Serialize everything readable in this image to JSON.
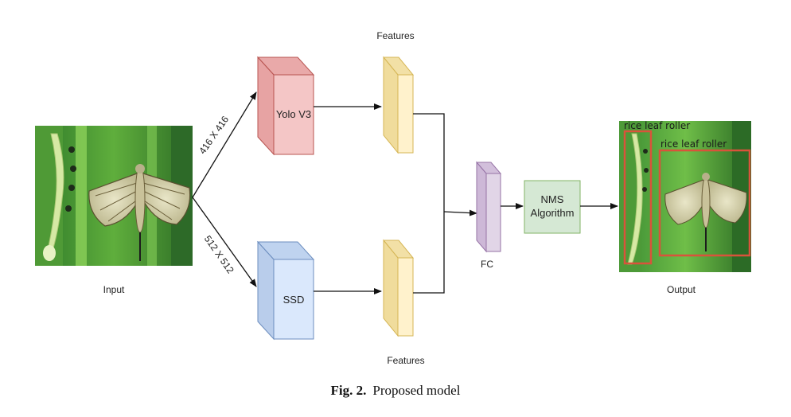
{
  "diagram": {
    "input_label": "Input",
    "output_label": "Output",
    "branch_top_size": "416 X 416",
    "branch_bottom_size": "512 X 512",
    "yolo_label": "Yolo V3",
    "ssd_label": "SSD",
    "features_top_label": "Features",
    "features_bottom_label": "Features",
    "fc_label": "FC",
    "nms_label_line1": "NMS",
    "nms_label_line2": "Algorithm",
    "detection_label_1": "rice leaf roller",
    "detection_label_2": "rice leaf roller"
  },
  "caption": {
    "fig_label": "Fig. 2.",
    "text": "Proposed model"
  },
  "colors": {
    "yolo_fill": "#f4c6c6",
    "yolo_stroke": "#b85450",
    "ssd_fill": "#dae8fc",
    "ssd_stroke": "#6c8ebf",
    "features_fill": "#fff2cc",
    "features_stroke": "#d6b656",
    "fc_fill": "#e1d5e7",
    "fc_stroke": "#9673a6",
    "nms_fill": "#d5e8d4",
    "nms_stroke": "#82b366",
    "detection_box": "#d9533b"
  }
}
